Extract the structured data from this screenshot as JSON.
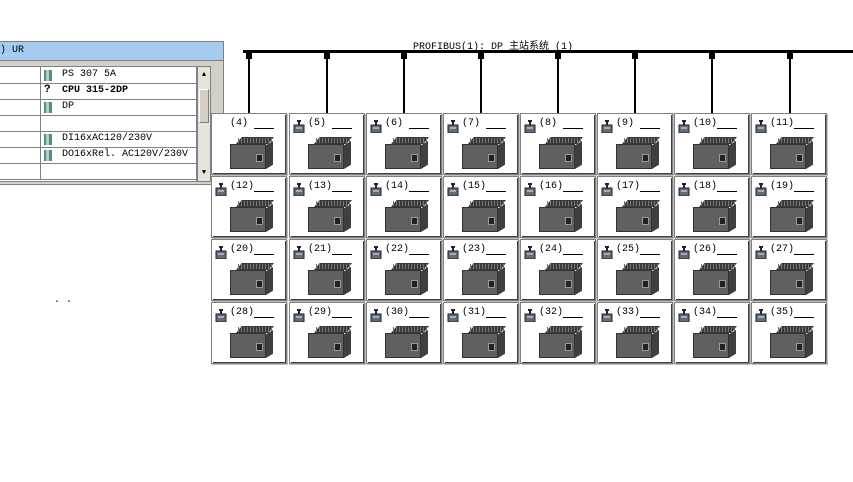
{
  "rack": {
    "title": ") UR",
    "rows": [
      {
        "module": "PS 307 5A",
        "icon": "module-icon",
        "bold": false
      },
      {
        "module": "CPU 315-2DP",
        "icon": "unknown-question-icon",
        "bold": true
      },
      {
        "module": "DP",
        "icon": "module-icon",
        "bold": false
      },
      {
        "module": "",
        "icon": "",
        "bold": false
      },
      {
        "module": "DI16xAC120/230V",
        "icon": "module-icon",
        "bold": false
      },
      {
        "module": "DO16xRel. AC120V/230V",
        "icon": "module-icon",
        "bold": false
      },
      {
        "module": "",
        "icon": "",
        "bold": false
      }
    ]
  },
  "bus": {
    "label": "PROFIBUS(1): DP 主站系统 (1)"
  },
  "slaves": [
    {
      "label": "(4)"
    },
    {
      "label": "(5)"
    },
    {
      "label": "(6)"
    },
    {
      "label": "(7)"
    },
    {
      "label": "(8)"
    },
    {
      "label": "(9)"
    },
    {
      "label": "(10)"
    },
    {
      "label": "(11)"
    },
    {
      "label": "(12)"
    },
    {
      "label": "(13)"
    },
    {
      "label": "(14)"
    },
    {
      "label": "(15)"
    },
    {
      "label": "(16)"
    },
    {
      "label": "(17)"
    },
    {
      "label": "(18)"
    },
    {
      "label": "(19)"
    },
    {
      "label": "(20)"
    },
    {
      "label": "(21)"
    },
    {
      "label": "(22)"
    },
    {
      "label": "(23)"
    },
    {
      "label": "(24)"
    },
    {
      "label": "(25)"
    },
    {
      "label": "(26)"
    },
    {
      "label": "(27)"
    },
    {
      "label": "(28)"
    },
    {
      "label": "(29)"
    },
    {
      "label": "(30)"
    },
    {
      "label": "(31)"
    },
    {
      "label": "(32)"
    },
    {
      "label": "(33)"
    },
    {
      "label": "(34)"
    },
    {
      "label": "(35)"
    }
  ],
  "canvas": {
    "dots": ". ."
  }
}
